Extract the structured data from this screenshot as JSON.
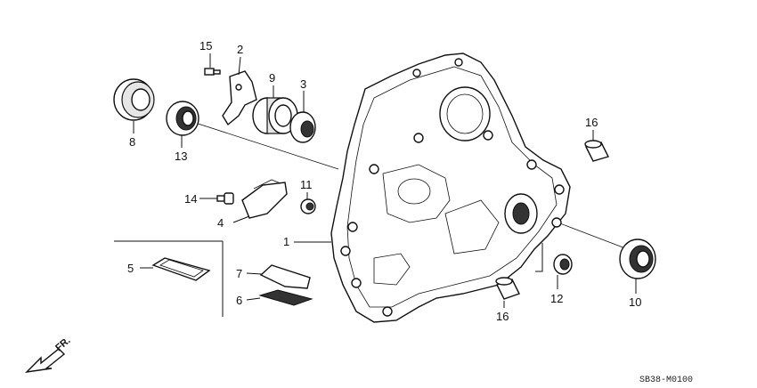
{
  "callouts": {
    "c1": "1",
    "c2": "2",
    "c3": "3",
    "c4": "4",
    "c5": "5",
    "c6": "6",
    "c7": "7",
    "c8": "8",
    "c9": "9",
    "c10": "10",
    "c11": "11",
    "c12": "12",
    "c13": "13",
    "c14": "14",
    "c15": "15",
    "c16a": "16",
    "c16b": "16"
  },
  "direction_label": "FR.",
  "diagram_code": "SB38-M0100"
}
